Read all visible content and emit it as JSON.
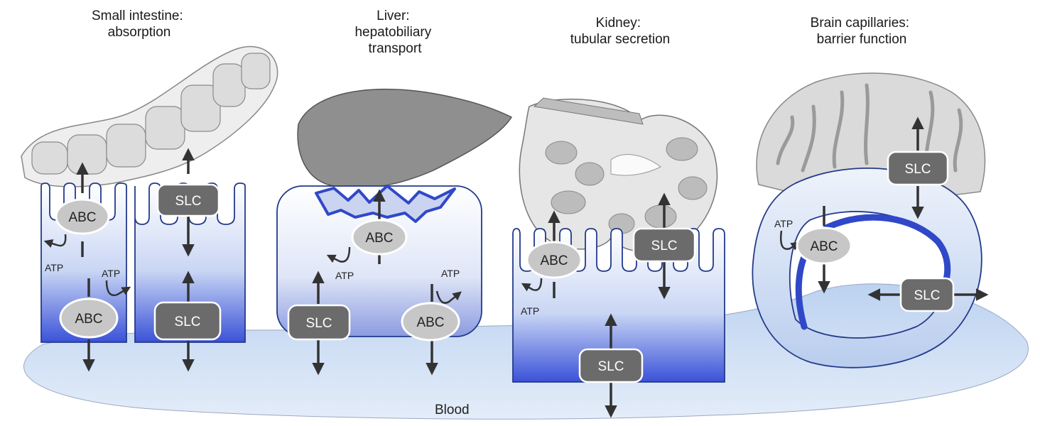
{
  "panels": [
    {
      "title": [
        "Small intestine:",
        "absorption"
      ]
    },
    {
      "title": [
        "Liver:",
        "hepatobiliary",
        "transport"
      ]
    },
    {
      "title": [
        "Kidney:",
        "tubular secretion"
      ]
    },
    {
      "title": [
        "Brain capillaries:",
        "barrier function"
      ]
    }
  ],
  "labels": {
    "abc": "ABC",
    "slc": "SLC",
    "atp": "ATP",
    "blood": "Blood"
  },
  "colors": {
    "blood": "#cfe0f4",
    "cell_top": "#ffffff",
    "cell_bottom": "#3b52d8",
    "cell_outline": "#233a8a",
    "abc_fill": "#c7c7c7",
    "slc_fill": "#6b6b6b",
    "capillary_blue": "#3048c8",
    "arrow": "#333333"
  }
}
